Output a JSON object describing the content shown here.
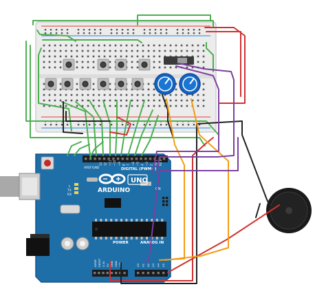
{
  "colors": {
    "breadboard": "#ececec",
    "breadboard_edge": "#cfcfcf",
    "arduino_board": "#1e6fa8",
    "arduino_dark": "#16568a",
    "wire_green": "#4caf50",
    "wire_red": "#d32f2f",
    "wire_black": "#212121",
    "wire_orange": "#f39c12",
    "wire_purple": "#7b3fa0",
    "pot_blue": "#1565c0",
    "buzzer": "#1a1a1a"
  },
  "arduino": {
    "brand": "ARDUINO",
    "model": "UNO",
    "digital_label": "DIGITAL (PWM~)",
    "power_label": "POWER",
    "analog_label": "ANALOG IN",
    "aref": "AREF",
    "gnd": "GND",
    "tx": "TX",
    "rx": "RX",
    "on_label": "ON",
    "l_label": "L",
    "ioref": "IOREF",
    "reset": "RESET",
    "v33": "3.3V",
    "v5": "5V",
    "vin": "VIN",
    "digital_pins": [
      "13",
      "12",
      "~11",
      "~10",
      "~9",
      "8",
      "7",
      "~6",
      "~5",
      "4",
      "~3",
      "2",
      "TX 1",
      "RX 0"
    ],
    "analog_pins": [
      "A0",
      "A1",
      "A2",
      "A3",
      "A4",
      "A5"
    ]
  },
  "icons": {
    "usb": "usb-port-icon",
    "power_jack": "dc-jack-icon",
    "reset": "reset-button-icon",
    "logo": "infinity-logo-icon"
  }
}
